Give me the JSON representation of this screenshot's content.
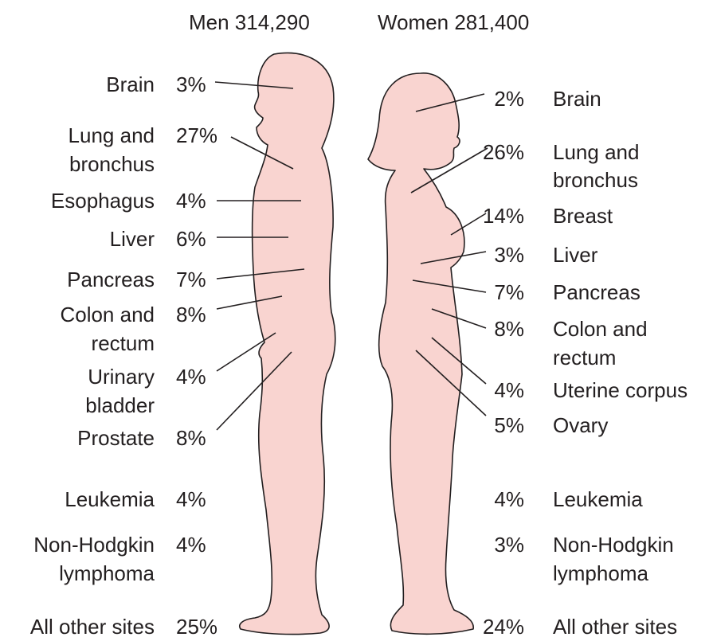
{
  "headings": {
    "men": "Men 314,290",
    "women": "Women 281,400"
  },
  "colors": {
    "body_fill": "#f9d4d0",
    "outline": "#231f20",
    "text": "#231f20"
  },
  "men": [
    {
      "site": "Brain",
      "percent": "3%"
    },
    {
      "site": "Lung and bronchus",
      "line1": "Lung and",
      "line2": "bronchus",
      "percent": "27%"
    },
    {
      "site": "Esophagus",
      "percent": "4%"
    },
    {
      "site": "Liver",
      "percent": "6%"
    },
    {
      "site": "Pancreas",
      "percent": "7%"
    },
    {
      "site": "Colon and rectum",
      "line1": "Colon and",
      "line2": "rectum",
      "percent": "8%"
    },
    {
      "site": "Urinary bladder",
      "line1": "Urinary",
      "line2": "bladder",
      "percent": "4%"
    },
    {
      "site": "Prostate",
      "percent": "8%"
    },
    {
      "site": "Leukemia",
      "percent": "4%"
    },
    {
      "site": "Non-Hodgkin lymphoma",
      "line1": "Non-Hodgkin",
      "line2": "lymphoma",
      "percent": "4%"
    },
    {
      "site": "All other sites",
      "percent": "25%"
    }
  ],
  "women": [
    {
      "site": "Brain",
      "percent": "2%"
    },
    {
      "site": "Lung and bronchus",
      "line1": "Lung and",
      "line2": "bronchus",
      "percent": "26%"
    },
    {
      "site": "Breast",
      "percent": "14%"
    },
    {
      "site": "Liver",
      "percent": "3%"
    },
    {
      "site": "Pancreas",
      "percent": "7%"
    },
    {
      "site": "Colon and rectum",
      "line1": "Colon and",
      "line2": "rectum",
      "percent": "8%"
    },
    {
      "site": "Uterine corpus",
      "percent": "4%"
    },
    {
      "site": "Ovary",
      "percent": "5%"
    },
    {
      "site": "Leukemia",
      "percent": "4%"
    },
    {
      "site": "Non-Hodgkin lymphoma",
      "line1": "Non-Hodgkin",
      "line2": "lymphoma",
      "percent": "3%"
    },
    {
      "site": "All other sites",
      "percent": "24%"
    }
  ]
}
